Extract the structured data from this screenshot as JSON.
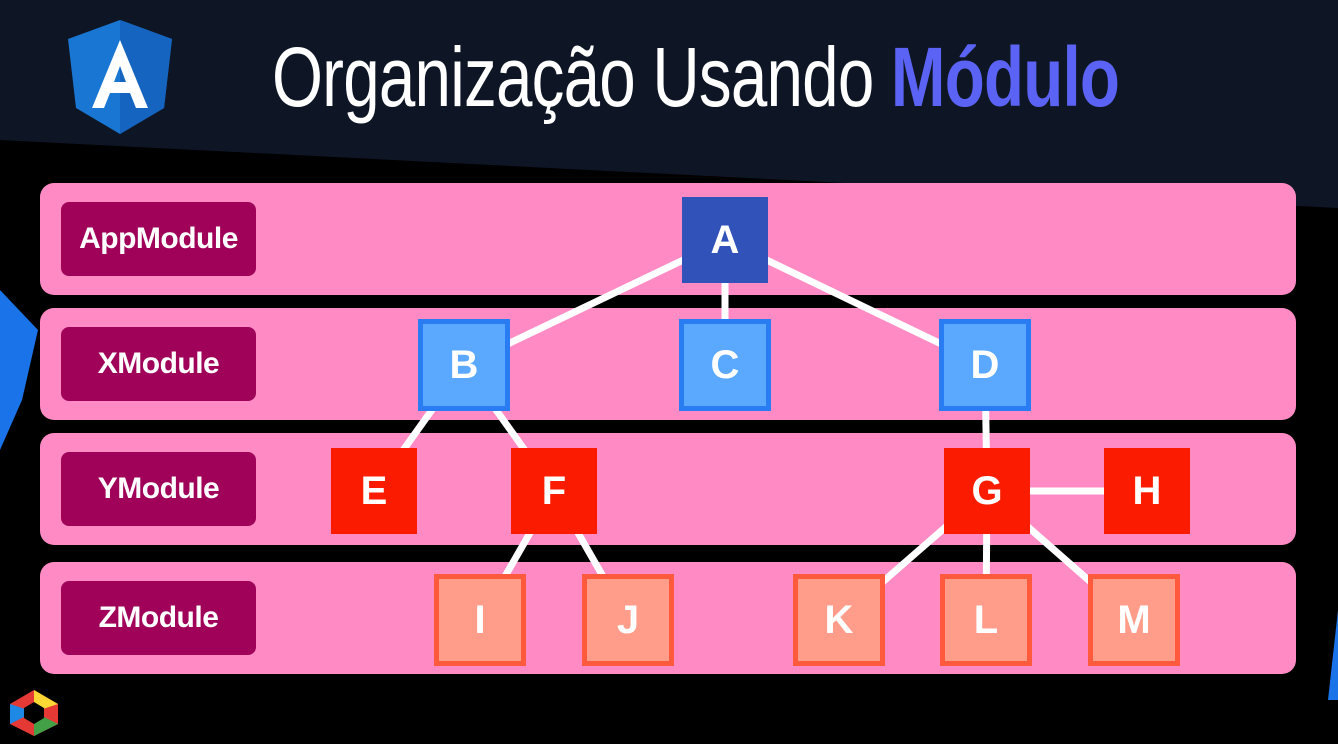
{
  "title": {
    "prefix": "Organização Usando",
    "highlight": "Módulo"
  },
  "modules": [
    {
      "id": "app",
      "label": "AppModule"
    },
    {
      "id": "x",
      "label": "XModule"
    },
    {
      "id": "y",
      "label": "YModule"
    },
    {
      "id": "z",
      "label": "ZModule"
    }
  ],
  "nodes": [
    {
      "id": "A",
      "label": "A",
      "module": "app"
    },
    {
      "id": "B",
      "label": "B",
      "module": "x"
    },
    {
      "id": "C",
      "label": "C",
      "module": "x"
    },
    {
      "id": "D",
      "label": "D",
      "module": "x"
    },
    {
      "id": "E",
      "label": "E",
      "module": "y"
    },
    {
      "id": "F",
      "label": "F",
      "module": "y"
    },
    {
      "id": "G",
      "label": "G",
      "module": "y"
    },
    {
      "id": "H",
      "label": "H",
      "module": "y"
    },
    {
      "id": "I",
      "label": "I",
      "module": "z"
    },
    {
      "id": "J",
      "label": "J",
      "module": "z"
    },
    {
      "id": "K",
      "label": "K",
      "module": "z"
    },
    {
      "id": "L",
      "label": "L",
      "module": "z"
    },
    {
      "id": "M",
      "label": "M",
      "module": "z"
    }
  ],
  "edges": [
    [
      "A",
      "B"
    ],
    [
      "A",
      "C"
    ],
    [
      "A",
      "D"
    ],
    [
      "B",
      "E"
    ],
    [
      "B",
      "F"
    ],
    [
      "D",
      "G"
    ],
    [
      "G",
      "H"
    ],
    [
      "F",
      "I"
    ],
    [
      "F",
      "J"
    ],
    [
      "G",
      "K"
    ],
    [
      "G",
      "L"
    ],
    [
      "G",
      "M"
    ]
  ],
  "colors": {
    "background": "#000000",
    "title_band": "#0e1626",
    "title_highlight": "#5b63f5",
    "row_fill": "#ff8ac4",
    "row_label_fill": "#a0025a",
    "app_node": "#3152b9",
    "x_node_fill": "#5aa8ff",
    "x_node_border": "#2a7cf2",
    "y_node": "#fb1c00",
    "z_node_fill": "#ff9d8a",
    "z_node_border": "#ff5a3c",
    "edge": "#ffffff",
    "angular_logo": "#1976d2"
  },
  "icons": [
    "angular-logo-icon",
    "channel-logo-icon"
  ]
}
